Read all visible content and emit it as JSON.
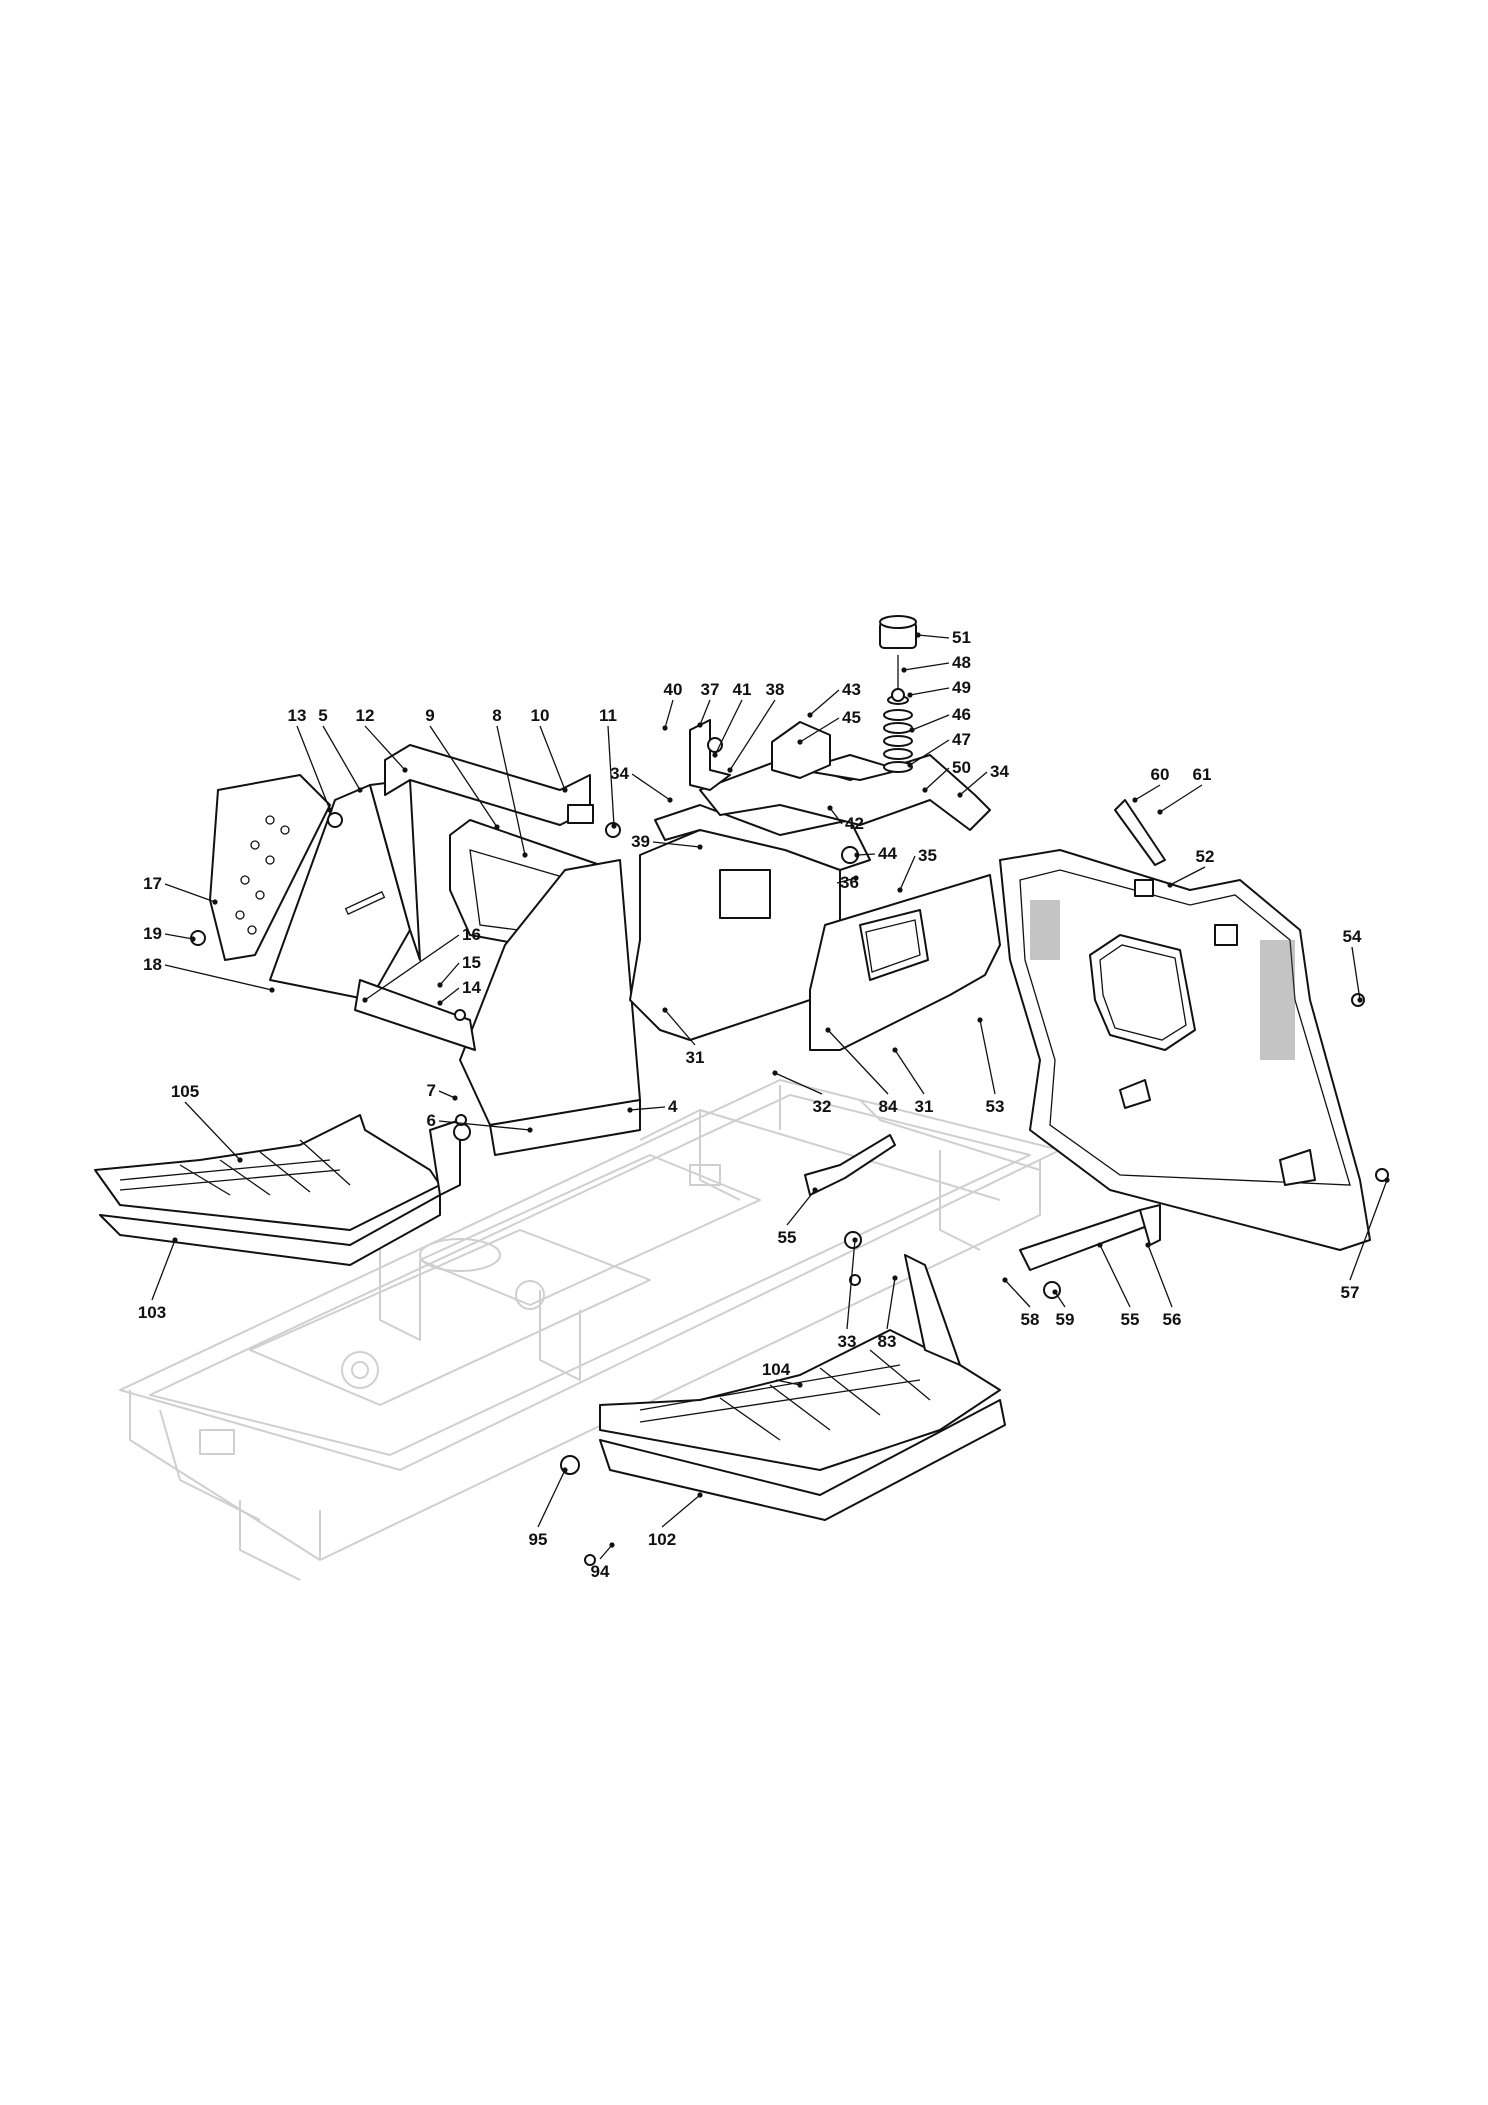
{
  "callouts": [
    {
      "id": "51",
      "text": "51"
    },
    {
      "id": "48",
      "text": "48"
    },
    {
      "id": "49",
      "text": "49"
    },
    {
      "id": "46",
      "text": "46"
    },
    {
      "id": "47",
      "text": "47"
    },
    {
      "id": "50",
      "text": "50"
    },
    {
      "id": "34a",
      "text": "34"
    },
    {
      "id": "34b",
      "text": "34"
    },
    {
      "id": "43",
      "text": "43"
    },
    {
      "id": "45",
      "text": "45"
    },
    {
      "id": "38",
      "text": "38"
    },
    {
      "id": "41",
      "text": "41"
    },
    {
      "id": "37",
      "text": "37"
    },
    {
      "id": "40",
      "text": "40"
    },
    {
      "id": "11",
      "text": "11"
    },
    {
      "id": "10",
      "text": "10"
    },
    {
      "id": "8",
      "text": "8"
    },
    {
      "id": "9",
      "text": "9"
    },
    {
      "id": "12",
      "text": "12"
    },
    {
      "id": "5",
      "text": "5"
    },
    {
      "id": "13",
      "text": "13"
    },
    {
      "id": "17",
      "text": "17"
    },
    {
      "id": "19",
      "text": "19"
    },
    {
      "id": "18",
      "text": "18"
    },
    {
      "id": "16",
      "text": "16"
    },
    {
      "id": "15",
      "text": "15"
    },
    {
      "id": "14",
      "text": "14"
    },
    {
      "id": "7",
      "text": "7"
    },
    {
      "id": "6",
      "text": "6"
    },
    {
      "id": "4",
      "text": "4"
    },
    {
      "id": "39",
      "text": "39"
    },
    {
      "id": "42",
      "text": "42"
    },
    {
      "id": "44",
      "text": "44"
    },
    {
      "id": "35",
      "text": "35"
    },
    {
      "id": "36",
      "text": "36"
    },
    {
      "id": "31a",
      "text": "31"
    },
    {
      "id": "31b",
      "text": "31"
    },
    {
      "id": "32",
      "text": "32"
    },
    {
      "id": "84",
      "text": "84"
    },
    {
      "id": "53",
      "text": "53"
    },
    {
      "id": "60",
      "text": "60"
    },
    {
      "id": "61",
      "text": "61"
    },
    {
      "id": "52",
      "text": "52"
    },
    {
      "id": "54",
      "text": "54"
    },
    {
      "id": "57",
      "text": "57"
    },
    {
      "id": "55a",
      "text": "55"
    },
    {
      "id": "55b",
      "text": "55"
    },
    {
      "id": "56",
      "text": "56"
    },
    {
      "id": "58",
      "text": "58"
    },
    {
      "id": "59",
      "text": "59"
    },
    {
      "id": "33",
      "text": "33"
    },
    {
      "id": "83",
      "text": "83"
    },
    {
      "id": "104",
      "text": "104"
    },
    {
      "id": "105",
      "text": "105"
    },
    {
      "id": "103",
      "text": "103"
    },
    {
      "id": "95",
      "text": "95"
    },
    {
      "id": "94",
      "text": "94"
    },
    {
      "id": "102",
      "text": "102"
    }
  ]
}
